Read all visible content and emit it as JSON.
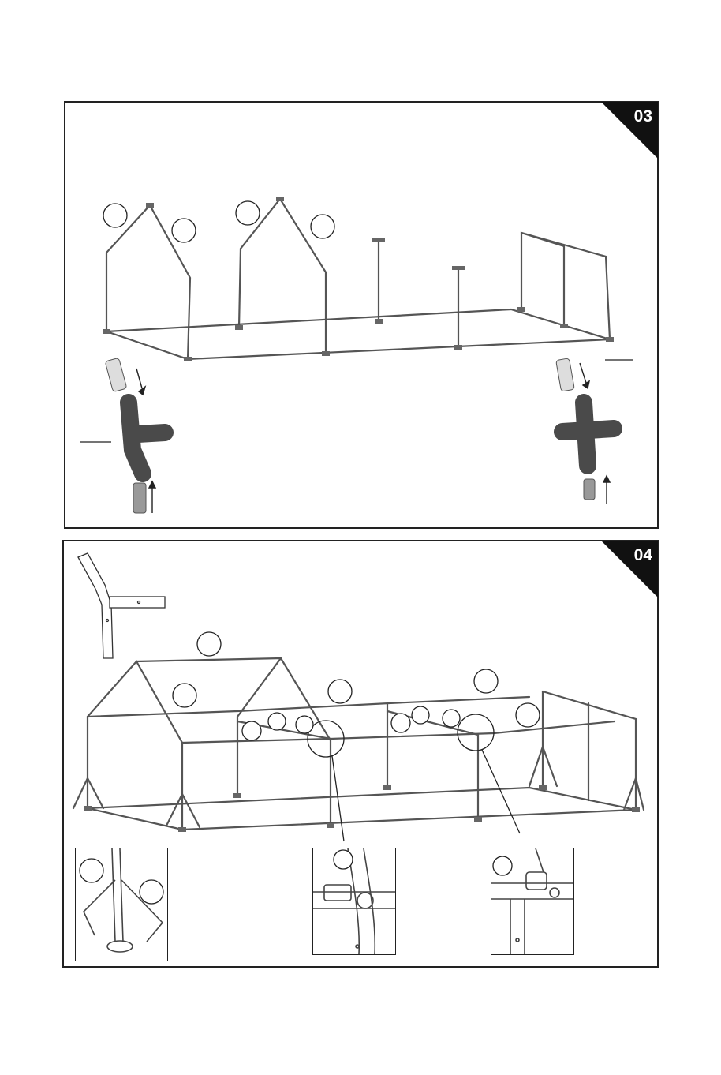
{
  "steps": {
    "step3": {
      "number": "03"
    },
    "step4": {
      "number": "04"
    }
  },
  "colors": {
    "ink": "#222222",
    "pipe": "#555555",
    "connector": "#4a4a4a",
    "tab": "#111111"
  },
  "icons": {
    "arrow": "arrow-icon",
    "callout": "callout-circle",
    "tab": "step-number-tab"
  }
}
